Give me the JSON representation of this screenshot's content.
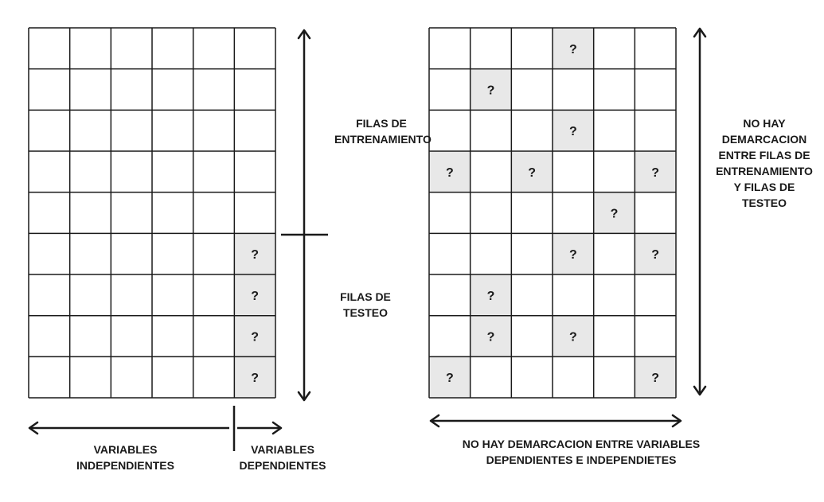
{
  "left_grid": {
    "rows": 9,
    "cols": 6,
    "unknown_cells": [
      [
        5,
        5
      ],
      [
        6,
        5
      ],
      [
        7,
        5
      ],
      [
        8,
        5
      ]
    ],
    "cell_symbol": "?"
  },
  "right_grid": {
    "rows": 9,
    "cols": 6,
    "unknown_cells": [
      [
        0,
        3
      ],
      [
        1,
        1
      ],
      [
        2,
        3
      ],
      [
        3,
        0
      ],
      [
        3,
        2
      ],
      [
        3,
        5
      ],
      [
        4,
        4
      ],
      [
        5,
        3
      ],
      [
        5,
        5
      ],
      [
        6,
        1
      ],
      [
        7,
        1
      ],
      [
        7,
        3
      ],
      [
        8,
        0
      ],
      [
        8,
        5
      ]
    ],
    "cell_symbol": "?"
  },
  "labels": {
    "train_rows": [
      "FILAS DE",
      "ENTRENAMIENTO"
    ],
    "test_rows": [
      "FILAS DE",
      "TESTEO"
    ],
    "independent_vars": [
      "VARIABLES",
      "INDEPENDIENTES"
    ],
    "dependent_vars": [
      "VARIABLES",
      "DEPENDIENTES"
    ],
    "no_row_demarcation": [
      "NO HAY",
      "DEMARCACION",
      "ENTRE FILAS DE",
      "ENTRENAMIENTO",
      "Y FILAS DE",
      "TESTEO"
    ],
    "no_col_demarcation": [
      "NO HAY DEMARCACION ENTRE VARIABLES",
      "DEPENDIENTES E INDEPENDIETES"
    ]
  },
  "colors": {
    "line": "#1a1a1a",
    "unknown_fill": "#e8e8e8"
  }
}
